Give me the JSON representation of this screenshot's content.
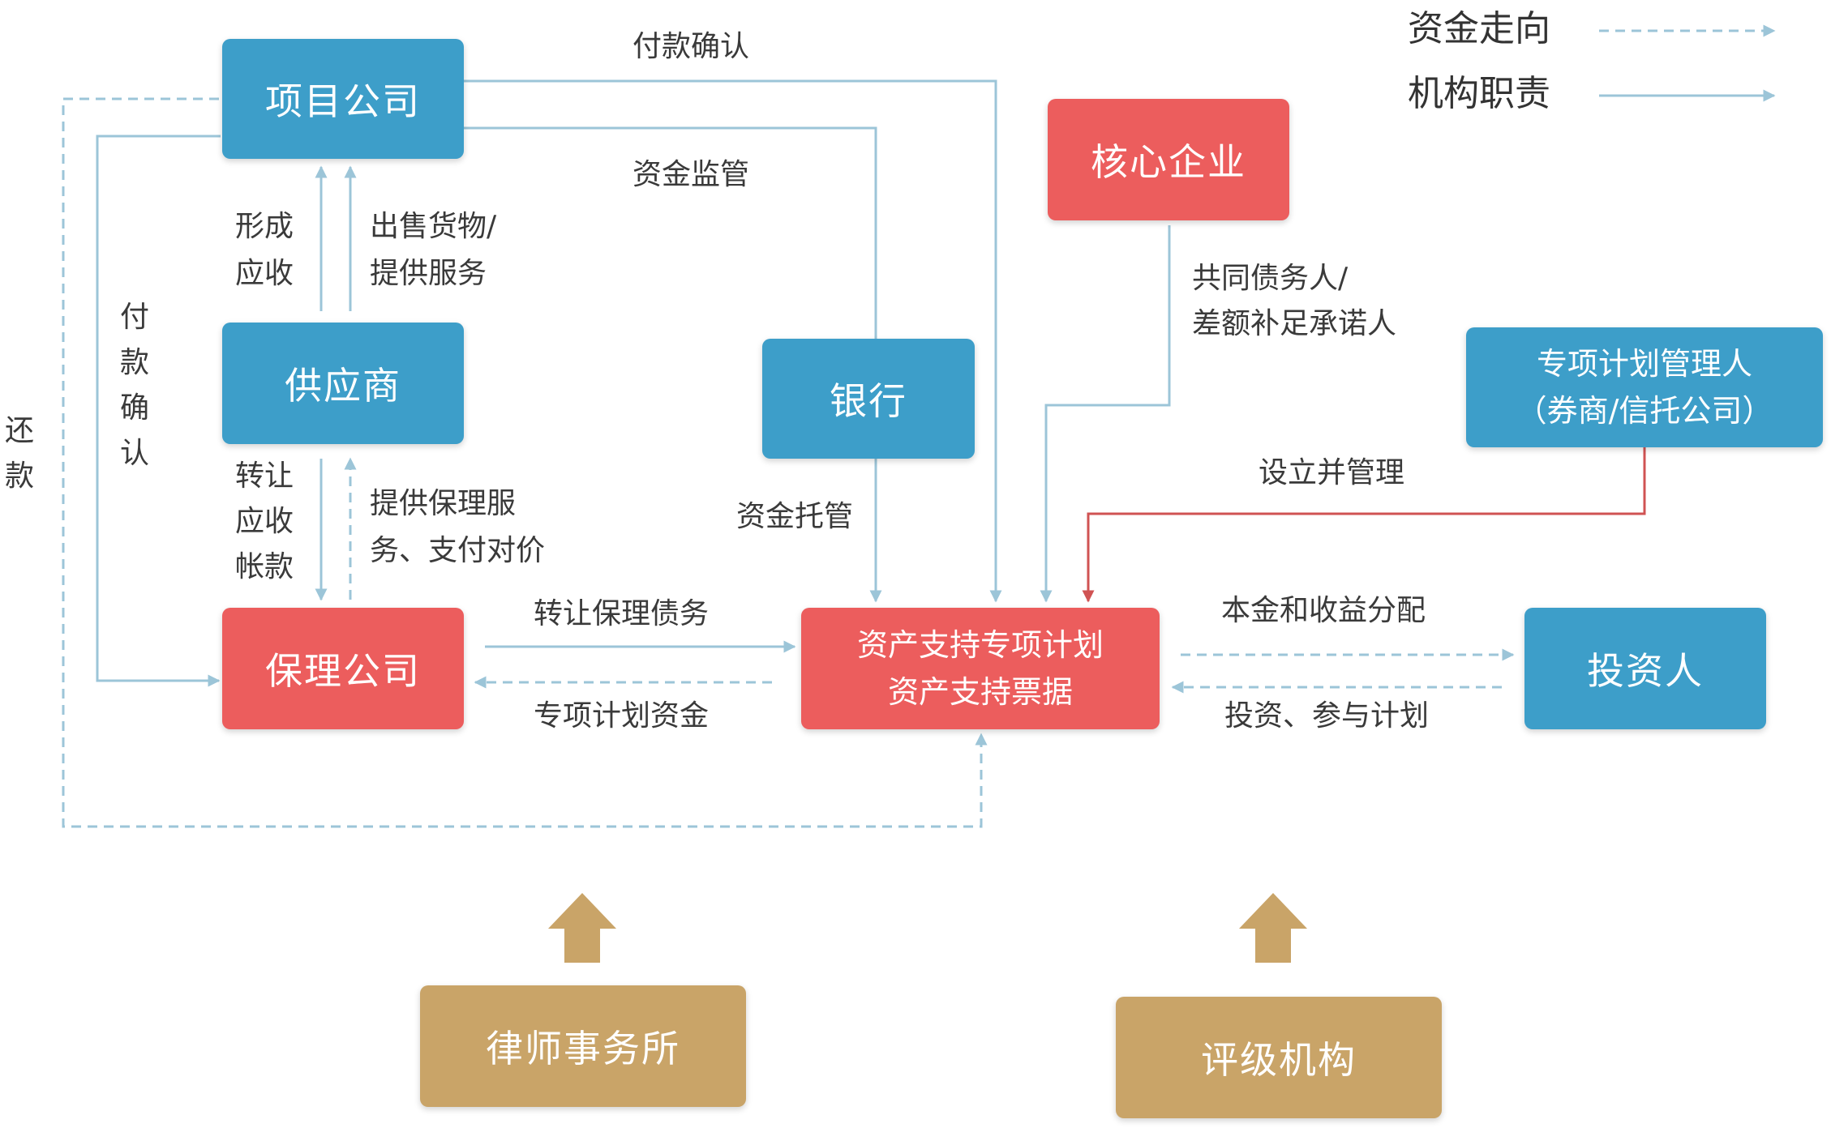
{
  "legend": {
    "fund_flow": "资金走向",
    "org_duty": "机构职责"
  },
  "nodes": {
    "project_company": "项目公司",
    "supplier": "供应商",
    "factoring_company": "保理公司",
    "bank": "银行",
    "core_enterprise": "核心企业",
    "plan_manager_line1": "专项计划管理人",
    "plan_manager_line2": "（券商/信托公司）",
    "abs_plan_line1": "资产支持专项计划",
    "abs_plan_line2": "资产支持票据",
    "investor": "投资人",
    "law_firm": "律师事务所",
    "rating_agency": "评级机构"
  },
  "labels": {
    "payment_confirm_top": "付款确认",
    "fund_supervision": "资金监管",
    "form_receivable_1": "形成",
    "form_receivable_2": "应收",
    "sell_goods_1": "出售货物/",
    "sell_goods_2": "提供服务",
    "payment_confirm_vertical": "付\n款\n确\n认",
    "repay_vertical": "还\n款",
    "transfer_receivable_1": "转让",
    "transfer_receivable_2": "应收",
    "transfer_receivable_3": "帐款",
    "factoring_service_1": "提供保理服",
    "factoring_service_2": "务、支付对价",
    "fund_custody": "资金托管",
    "co_debtor_1": "共同债务人/",
    "co_debtor_2": "差额补足承诺人",
    "establish_manage": "设立并管理",
    "transfer_factoring_debt": "转让保理债务",
    "plan_funds": "专项计划资金",
    "principal_distribution": "本金和收益分配",
    "invest_participate": "投资、参与计划"
  },
  "colors": {
    "blue_node": "#3d9ec9",
    "red_node": "#ec5d5d",
    "gold_node": "#c9a468",
    "arrow_line": "#9cc5d8",
    "red_line": "#d05353",
    "gold_arrow": "#c9a468"
  }
}
